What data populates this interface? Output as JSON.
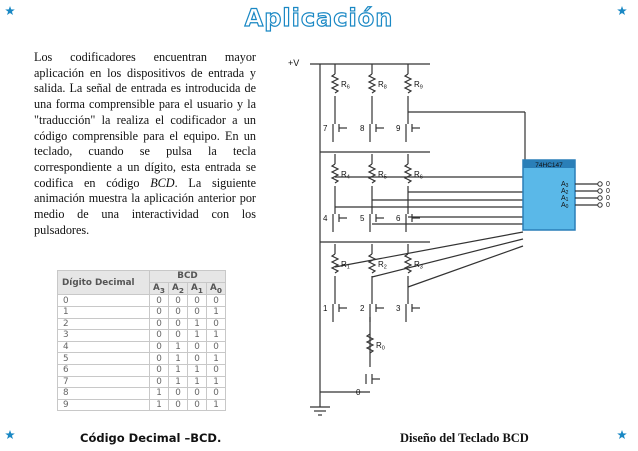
{
  "slide": {
    "title": "Aplicación",
    "paragraph": {
      "before": "Los codificadores encuentran mayor aplicación en los dispositivos de entrada y salida. La señal de entrada es introducida de una forma comprensible para el usuario y la \"traducción\" la realiza el codificador a un código comprensible para el equipo. En un teclado, cuando se pulsa la tecla correspondiente a un dígito, esta entrada se codifica en código ",
      "emphasis": "BCD",
      "after": ". La siguiente animación muestra la aplicación anterior por medio de una interactividad con los pulsadores."
    },
    "caption_left": "Código Decimal –BCD.",
    "caption_right": "Diseño del Teclado BCD"
  },
  "bcd_table": {
    "header_decimal": "Dígito Decimal",
    "header_group": "BCD",
    "bit_base": "A",
    "bit_indices": [
      "3",
      "2",
      "1",
      "0"
    ],
    "rows": [
      {
        "digit": "0",
        "bits": [
          "0",
          "0",
          "0",
          "0"
        ]
      },
      {
        "digit": "1",
        "bits": [
          "0",
          "0",
          "0",
          "1"
        ]
      },
      {
        "digit": "2",
        "bits": [
          "0",
          "0",
          "1",
          "0"
        ]
      },
      {
        "digit": "3",
        "bits": [
          "0",
          "0",
          "1",
          "1"
        ]
      },
      {
        "digit": "4",
        "bits": [
          "0",
          "1",
          "0",
          "0"
        ]
      },
      {
        "digit": "5",
        "bits": [
          "0",
          "1",
          "0",
          "1"
        ]
      },
      {
        "digit": "6",
        "bits": [
          "0",
          "1",
          "1",
          "0"
        ]
      },
      {
        "digit": "7",
        "bits": [
          "0",
          "1",
          "1",
          "1"
        ]
      },
      {
        "digit": "8",
        "bits": [
          "1",
          "0",
          "0",
          "0"
        ]
      },
      {
        "digit": "9",
        "bits": [
          "1",
          "0",
          "0",
          "1"
        ]
      }
    ]
  },
  "circuit": {
    "supply_label": "+V",
    "chip_label": "74HC147",
    "resistors": [
      {
        "letter": "R",
        "index": "6"
      },
      {
        "letter": "R",
        "index": "8"
      },
      {
        "letter": "R",
        "index": "9"
      },
      {
        "letter": "R",
        "index": "4"
      },
      {
        "letter": "R",
        "index": "5"
      },
      {
        "letter": "R",
        "index": "6"
      },
      {
        "letter": "R",
        "index": "1"
      },
      {
        "letter": "R",
        "index": "2"
      },
      {
        "letter": "R",
        "index": "3"
      },
      {
        "letter": "R",
        "index": "0"
      }
    ],
    "switch_labels": [
      "7",
      "8",
      "9",
      "4",
      "5",
      "6",
      "1",
      "2",
      "3",
      "0"
    ],
    "chip_outputs": [
      {
        "letter": "A",
        "index": "3"
      },
      {
        "letter": "A",
        "index": "2"
      },
      {
        "letter": "A",
        "index": "1"
      },
      {
        "letter": "A",
        "index": "0"
      }
    ],
    "output_values": [
      "0",
      "0",
      "0",
      "0"
    ]
  },
  "colors": {
    "title_outline": "#1a88c4",
    "star": "#1a88c4",
    "chip": "#5ab8e8",
    "chip_header": "#2a7fb8"
  }
}
